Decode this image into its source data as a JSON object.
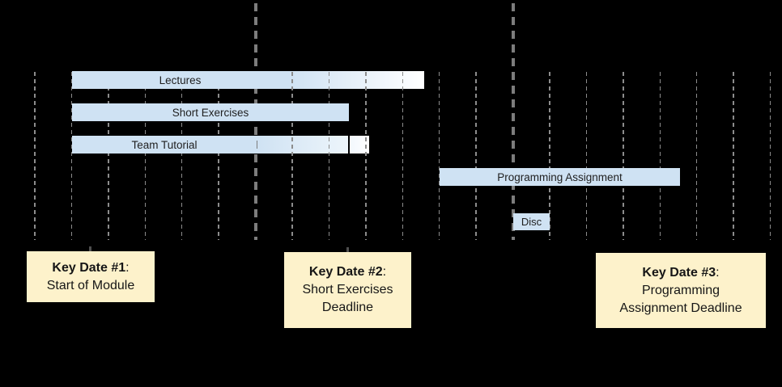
{
  "chart_data": {
    "type": "gantt",
    "title": "",
    "x_axis": {
      "unit": "timeline grid intervals (dashed gridlines)",
      "gridline_count": 21,
      "range": [
        0,
        20
      ],
      "emphasized_gridlines": [
        6,
        13
      ],
      "grid": true
    },
    "tasks": [
      {
        "name": "Lectures",
        "row": 1,
        "start": 1,
        "end": 10.6,
        "fades_out_right": true
      },
      {
        "name": "Short Exercises",
        "row": 2,
        "start": 1,
        "end": 8.5,
        "fades_out_right": false
      },
      {
        "name": "Team Tutorial",
        "row": 3,
        "start": 1,
        "end": 9.1,
        "fades_out_right": true,
        "gap_at": 8.5
      },
      {
        "name": "Programming Assignment",
        "row": 4,
        "start": 11,
        "end": 17.55,
        "fades_out_right": false
      },
      {
        "name": "Disc",
        "row": 5,
        "start": 13,
        "end": 14,
        "fades_out_right": false
      }
    ],
    "milestones": [
      {
        "label": "Key Date #1: Start of Module",
        "position": 1.5
      },
      {
        "label": "Key Date #2: Short Exercises Deadline",
        "position": 8.5
      },
      {
        "label": "Key Date #3: Programming Assignment Deadline",
        "position": 17.55
      }
    ]
  },
  "bars": [
    {
      "label": "Lectures"
    },
    {
      "label": "Short Exercises"
    },
    {
      "label": "Team Tutorial"
    },
    {
      "label": "Programming Assignment"
    },
    {
      "label": "Disc"
    }
  ],
  "key_dates": [
    {
      "title": "Key Date #1",
      "colon": ":",
      "description": "Start of Module"
    },
    {
      "title": "Key Date #2",
      "colon": ":",
      "description": "Short Exercises\nDeadline"
    },
    {
      "title": "Key Date #3",
      "colon": ":",
      "description": "Programming\nAssignment Deadline"
    }
  ],
  "colors": {
    "background": "#000000",
    "bar_fill": "#cfe2f3",
    "key_date_fill": "#fdf2cb",
    "gridline": "#8c8c8c",
    "milestone_line": "#7d7d7d",
    "text": "#1f1f1f"
  }
}
